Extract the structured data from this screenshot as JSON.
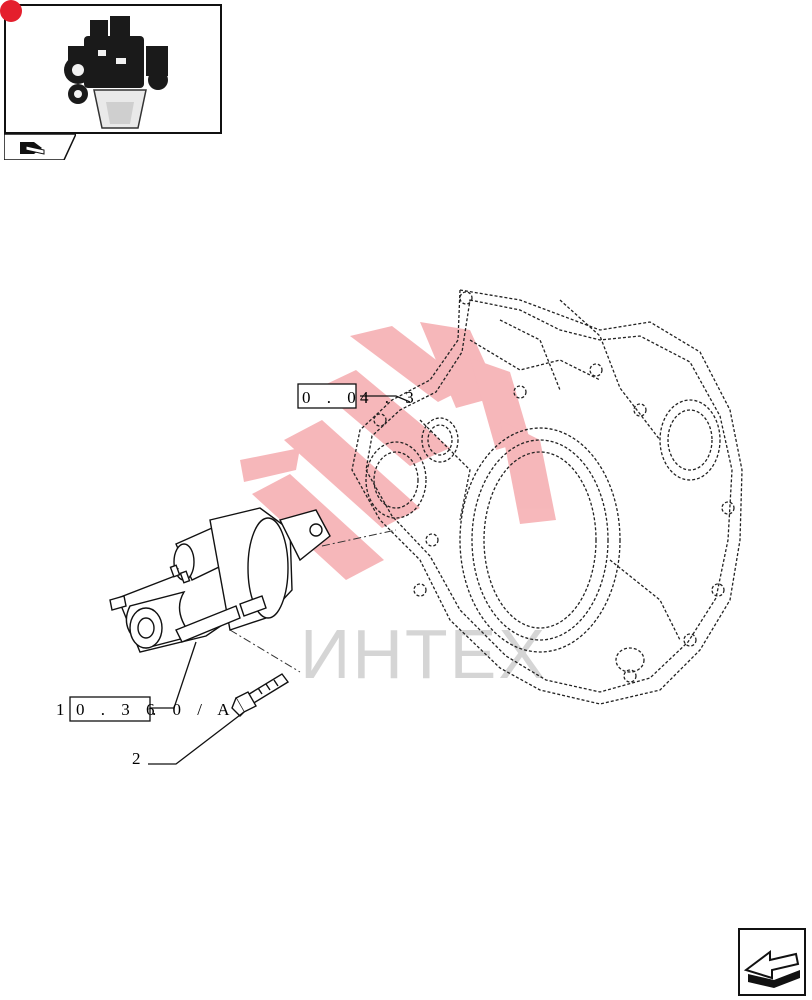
{
  "thumbnail": {
    "icon": "engine-thumbnail",
    "tab_icon": "book-arrow-icon"
  },
  "watermark": {
    "text": "ИНТЕХ",
    "color": "#e8333d"
  },
  "callouts": {
    "flywheel_housing_ref": {
      "prefix": "",
      "boxed": "0 . 0",
      "suffix": "4 . 3"
    },
    "starter_ref": {
      "prefix": "1",
      "boxed": "0 . 3 6",
      "suffix": ". 0 / A"
    },
    "bolt_ref": {
      "label": "2"
    }
  },
  "navigation": {
    "icon": "next-page-arrow-icon"
  }
}
